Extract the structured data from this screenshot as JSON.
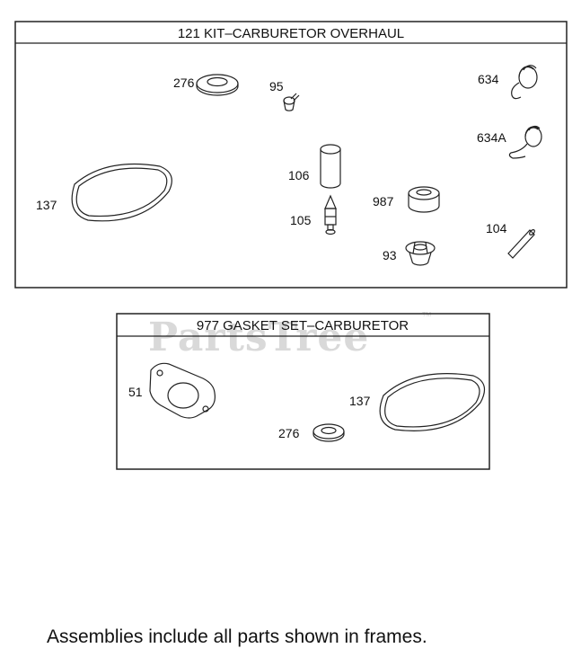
{
  "watermark": {
    "text": "PartsTree",
    "tm": "TM"
  },
  "kits": [
    {
      "title": "121 KIT–CARBURETOR OVERHAUL",
      "parts": {
        "p276": "276",
        "p95": "95",
        "p634": "634",
        "p634a": "634A",
        "p137": "137",
        "p106": "106",
        "p987": "987",
        "p105": "105",
        "p104": "104",
        "p93": "93"
      }
    },
    {
      "title": "977 GASKET SET–CARBURETOR",
      "parts": {
        "p51": "51",
        "p137": "137",
        "p276": "276"
      }
    }
  ],
  "footnote": "Assemblies include all parts shown in frames."
}
